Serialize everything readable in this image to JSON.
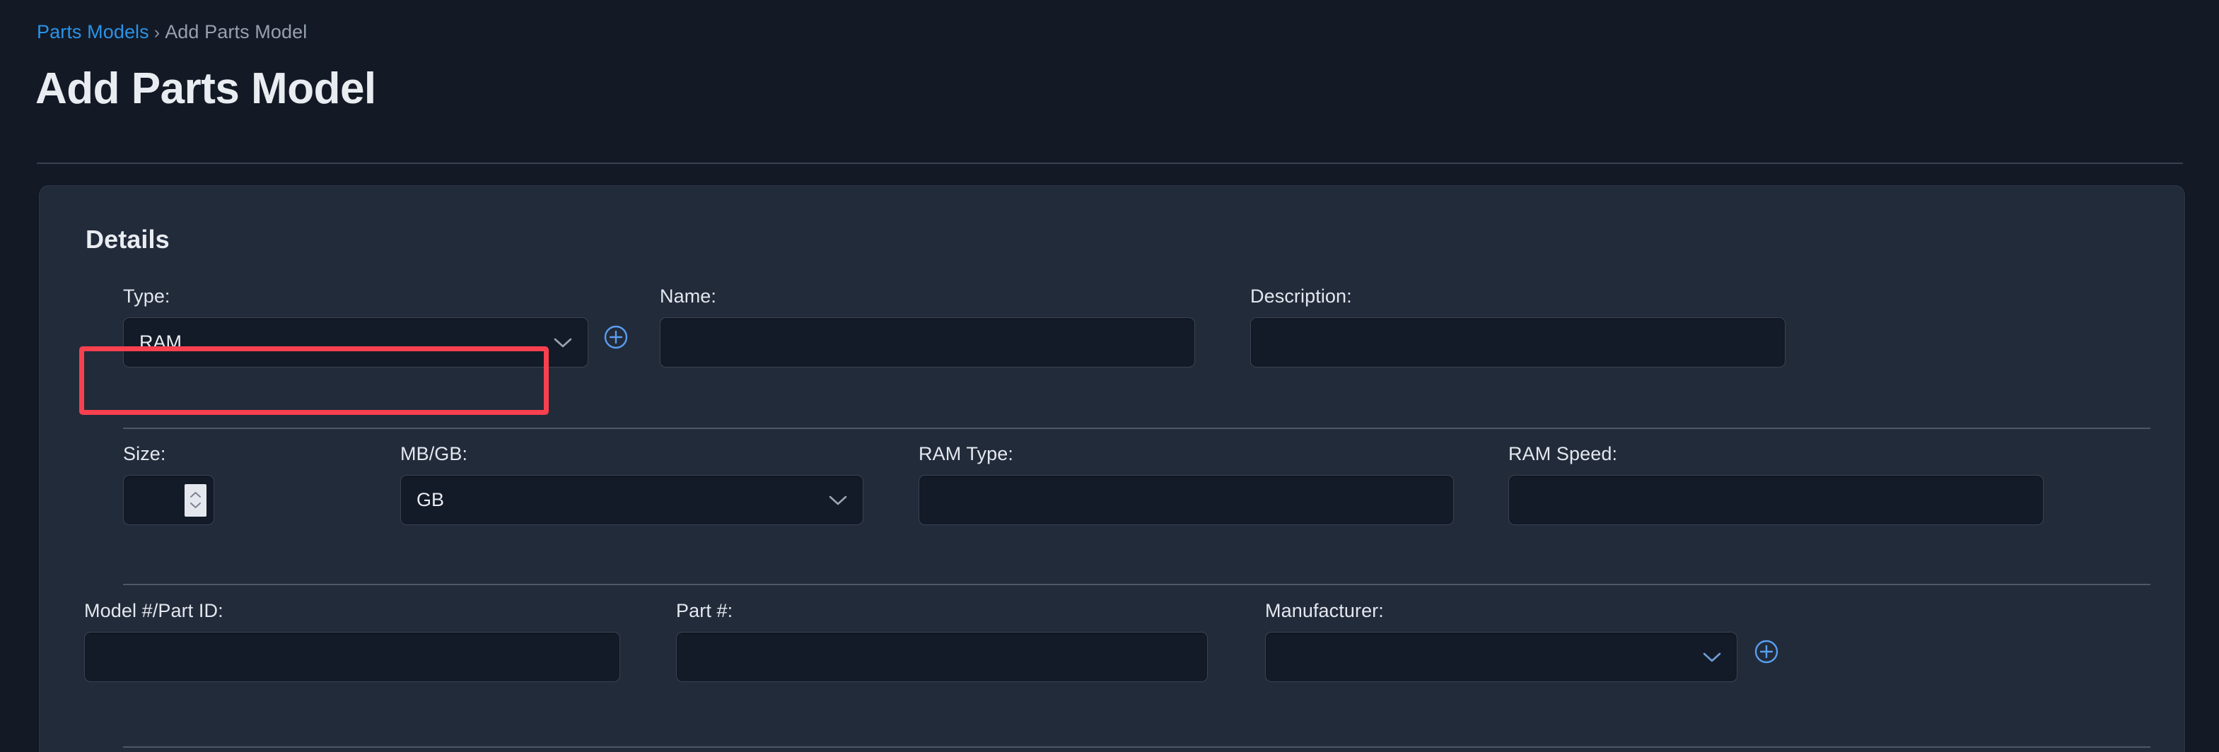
{
  "breadcrumb": {
    "link_label": "Parts Models",
    "separator": "›",
    "current_label": "Add Parts Model"
  },
  "page": {
    "title": "Add Parts Model"
  },
  "card": {
    "title": "Details"
  },
  "icons": {
    "chevron_down": "chevron-down-icon",
    "plus_circle": "plus-circle-icon",
    "spinner_up": "chevron-up-icon",
    "spinner_down": "chevron-down-icon"
  },
  "colors": {
    "accent_link": "#2b93e8",
    "accent_plus": "#5a9ef0",
    "highlight": "#f8404f",
    "page_bg": "#131a26",
    "card_bg": "#222b3a",
    "input_bg": "#141b28"
  },
  "form": {
    "row1": [
      {
        "label": "Type:",
        "type": "select",
        "value": "RAM",
        "placeholder": "",
        "has_add_button": true,
        "highlighted": true
      },
      {
        "label": "Name:",
        "type": "text",
        "value": "",
        "placeholder": "",
        "has_add_button": false,
        "highlighted": false
      },
      {
        "label": "Description:",
        "type": "text",
        "value": "",
        "placeholder": "",
        "has_add_button": false,
        "highlighted": false
      }
    ],
    "row2": [
      {
        "label": "Size:",
        "type": "number",
        "value": "",
        "placeholder": "",
        "has_add_button": false,
        "highlighted": false
      },
      {
        "label": "MB/GB:",
        "type": "select",
        "value": "GB",
        "placeholder": "",
        "has_add_button": false,
        "highlighted": false
      },
      {
        "label": "RAM Type:",
        "type": "text",
        "value": "",
        "placeholder": "",
        "has_add_button": false,
        "highlighted": false
      },
      {
        "label": "RAM Speed:",
        "type": "text",
        "value": "",
        "placeholder": "",
        "has_add_button": false,
        "highlighted": false
      }
    ],
    "row3": [
      {
        "label": "Model #/Part ID:",
        "type": "text",
        "value": "",
        "placeholder": "",
        "has_add_button": false,
        "highlighted": false
      },
      {
        "label": "Part #:",
        "type": "text",
        "value": "",
        "placeholder": "",
        "has_add_button": false,
        "highlighted": false
      },
      {
        "label": "Manufacturer:",
        "type": "select",
        "value": "",
        "placeholder": "",
        "has_add_button": true,
        "highlighted": false
      }
    ]
  }
}
